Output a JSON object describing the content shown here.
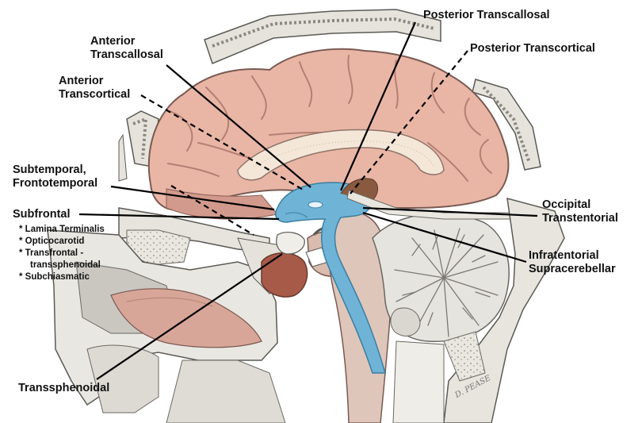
{
  "labels": {
    "posterior_transcallosal": "Posterior Transcallosal",
    "anterior_transcallosal_1": "Anterior",
    "anterior_transcallosal_2": "Transcallosal",
    "posterior_transcortical": "Posterior Transcortical",
    "anterior_transcortical_1": "Anterior",
    "anterior_transcortical_2": "Transcortical",
    "subtemporal_1": "Subtemporal,",
    "subtemporal_2": "Frontotemporal",
    "subfrontal": "Subfrontal",
    "subfrontal_items": [
      "* Lamina Terminalis",
      "* Opticocarotid",
      "* Transfrontal -",
      "transsphenoidal",
      "* Subchiasmatic"
    ],
    "occipital_1": "Occipital",
    "occipital_2": "Transtentorial",
    "infratentorial_1": "Infratentorial",
    "infratentorial_2": "Supracerebellar",
    "transsphenoidal": "Transsphenoidal"
  },
  "artist_signature": "D. PEASE",
  "colors": {
    "ventricle": "#6fb4d6",
    "cortex": "#e9b6a6",
    "cortex_dark": "#c98e80",
    "skull": "#e8e6df",
    "cerebellum": "#e6e4df",
    "label_text": "#111111",
    "pointer_line": "#000000"
  },
  "figure": {
    "routes_solid": [
      "Anterior Transcallosal",
      "Posterior Transcallosal",
      "Subfrontal",
      "Transsphenoidal",
      "Occipital Transtentorial",
      "Infratentorial Supracerebellar"
    ],
    "routes_dashed": [
      "Anterior Transcortical",
      "Posterior Transcortical",
      "Subtemporal, Frontotemporal"
    ]
  }
}
